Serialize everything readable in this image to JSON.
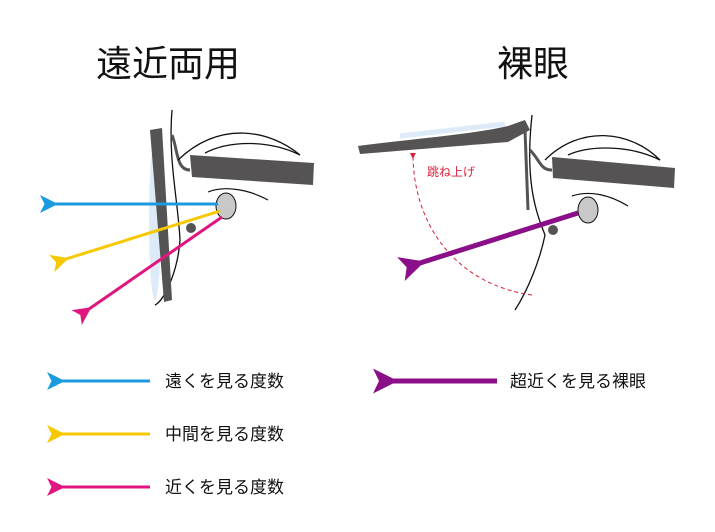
{
  "titles": {
    "left": "遠近両用",
    "right": "裸眼"
  },
  "flip_label": "跳ね上げ",
  "legend": [
    {
      "label": "遠くを見る度数",
      "color": "#1a9be0"
    },
    {
      "label": "中間を見る度数",
      "color": "#f5c800"
    },
    {
      "label": "近くを見る度数",
      "color": "#e0157f"
    },
    {
      "label": "超近くを見る裸眼",
      "color": "#8b0f88"
    }
  ],
  "colors": {
    "frame": "#555354",
    "lens": "#dcebf7",
    "flip": "#d6203a"
  }
}
